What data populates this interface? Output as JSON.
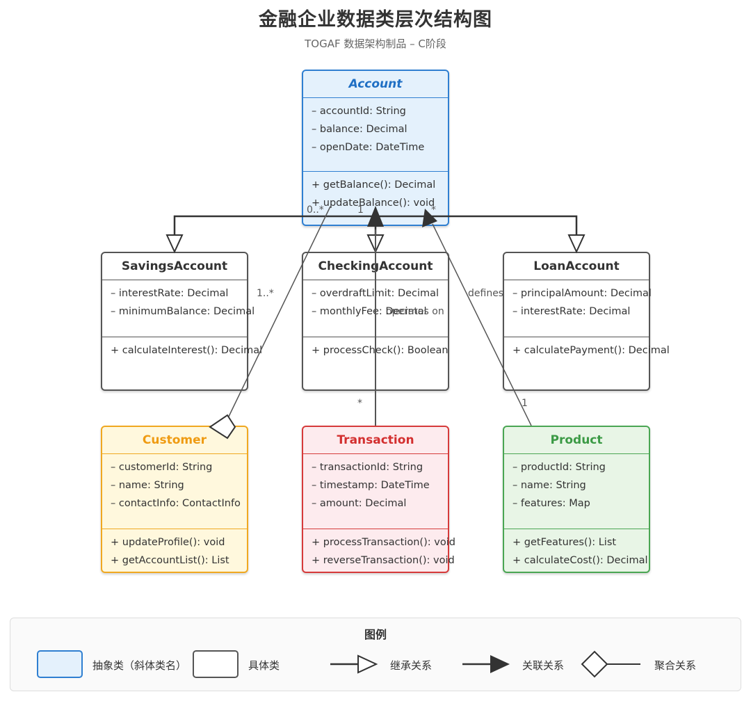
{
  "header": {
    "title": "金融企业数据类层次结构图",
    "subtitle": "TOGAF 数据架构制品 – C阶段"
  },
  "classes": {
    "account": {
      "name": "Account",
      "attributes": [
        "– accountId: String",
        "– balance: Decimal",
        "– openDate: DateTime"
      ],
      "operations": [
        "+ getBalance(): Decimal",
        "+ updateBalance(): void"
      ]
    },
    "savings": {
      "name": "SavingsAccount",
      "attributes": [
        "– interestRate: Decimal",
        "– minimumBalance: Decimal"
      ],
      "operations": [
        "+ calculateInterest(): Decimal"
      ]
    },
    "checking": {
      "name": "CheckingAccount",
      "attributes": [
        "– overdraftLimit: Decimal",
        "– monthlyFee: Decimal"
      ],
      "operations": [
        "+ processCheck(): Boolean"
      ]
    },
    "loan": {
      "name": "LoanAccount",
      "attributes": [
        "– principalAmount: Decimal",
        "– interestRate: Decimal"
      ],
      "operations": [
        "+ calculatePayment(): Decimal"
      ]
    },
    "customer": {
      "name": "Customer",
      "attributes": [
        "– customerId: String",
        "– name: String",
        "– contactInfo: ContactInfo"
      ],
      "operations": [
        "+ updateProfile(): void",
        "+ getAccountList(): List"
      ]
    },
    "transaction": {
      "name": "Transaction",
      "attributes": [
        "– transactionId: String",
        "– timestamp: DateTime",
        "– amount: Decimal"
      ],
      "operations": [
        "+ processTransaction(): void",
        "+ reverseTransaction(): void"
      ]
    },
    "product": {
      "name": "Product",
      "attributes": [
        "– productId: String",
        "– name: String",
        "– features: Map"
      ],
      "operations": [
        "+ getFeatures(): List",
        "+ calculateCost(): Decimal"
      ]
    }
  },
  "relations": {
    "owns_mult_account": "0..*",
    "owns_mult_customer": "1..*",
    "operates_mult_account": "1",
    "operates_mult_transaction": "*",
    "operates_label": "operates on",
    "defines_mult_account": "*",
    "defines_mult_product": "1",
    "defines_label": "defines"
  },
  "legend": {
    "title": "图例",
    "abstract": "抽象类（斜体类名）",
    "concrete": "具体类",
    "inheritance": "继承关系",
    "association": "关联关系",
    "aggregation": "聚合关系"
  },
  "colors": {
    "abstract_border": "#2f7fd1",
    "customer_border": "#f0a820",
    "transaction_border": "#d63a3a",
    "product_border": "#4aa653",
    "line": "#333333"
  }
}
